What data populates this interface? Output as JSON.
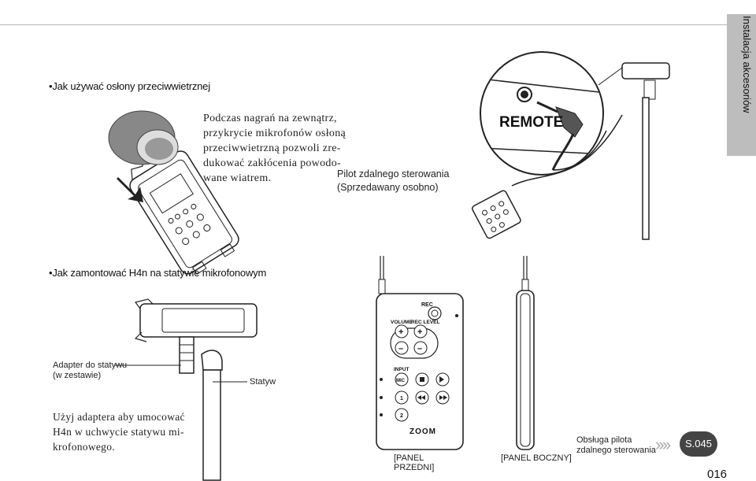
{
  "side_tab": {
    "label": "Instalacja akcesoriów"
  },
  "windscreen": {
    "heading": "•Jak używać osłony przeciwwietrznej",
    "paragraph_lines": [
      "Podczas nagrań na zewnątrz,",
      "przykrycie mikrofonów osłoną",
      "przeciwwietrzną pozwoli zre-",
      "dukować zakłócenia powodo-",
      "wane wiatrem."
    ]
  },
  "remote": {
    "caption_lines": [
      "Pilot zdalnego sterowania",
      "(Sprzedawany osobno)"
    ],
    "jack_label": "REMOTE"
  },
  "mic_stand": {
    "heading": "•Jak zamontować H4n na statywie mikrofonowym",
    "adapter_label_lines": [
      "Adapter do statywu",
      "(w zestawie)"
    ],
    "stand_label": "Statyw",
    "instruction_lines": [
      "Użyj adaptera aby umocować",
      "H4n w uchwycie statywu mi-",
      "krofonowego."
    ]
  },
  "remote_panels": {
    "rec": "REC",
    "volume": "VOLUME",
    "rec_level": "REC LEVEL",
    "input": "INPUT",
    "mic": "MIC",
    "ch1": "1",
    "ch2": "2",
    "brand": "ZOOM",
    "front_caption": "[PANEL PRZEDNI]",
    "side_caption": "[PANEL BOCZNY]"
  },
  "footer": {
    "ref_text_lines": [
      "Obsługa pilota",
      "zdalnego sterowania"
    ],
    "arrows": "››››",
    "ref_page": "S.045",
    "page_number": "016"
  }
}
